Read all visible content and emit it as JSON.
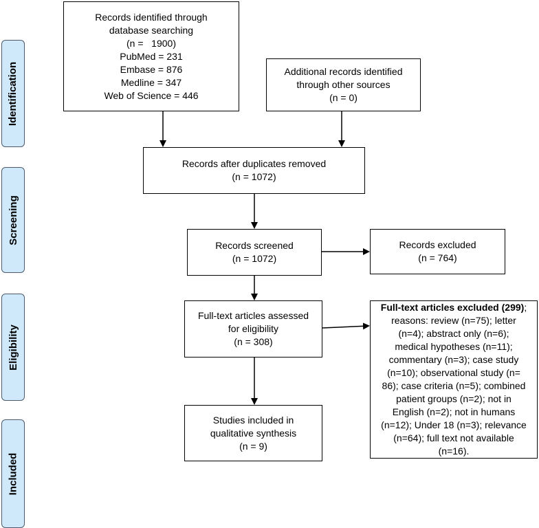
{
  "phases": {
    "identification": "Identification",
    "screening": "Screening",
    "eligibility": "Eligibility",
    "included": "Included"
  },
  "boxes": {
    "database": {
      "lines": [
        "Records identified through",
        "database searching",
        "(n =   1900)",
        "PubMed = 231",
        "Embase = 876",
        "Medline = 347",
        "Web of Science = 446"
      ]
    },
    "other_sources": {
      "lines": [
        "Additional records identified",
        "through other sources",
        "(n = 0)"
      ]
    },
    "duplicates_removed": {
      "lines": [
        "Records after duplicates removed",
        "(n = 1072)"
      ]
    },
    "screened": {
      "lines": [
        "Records screened",
        "(n = 1072)"
      ]
    },
    "excluded": {
      "lines": [
        "Records excluded",
        "(n = 764)"
      ]
    },
    "fulltext": {
      "lines": [
        "Full-text articles assessed",
        "for eligibility",
        "(n = 308)"
      ]
    },
    "fulltext_excluded": {
      "heading": "Full-text articles excluded (299)",
      "heading_suffix": ";",
      "lines": [
        "reasons: review (n=75); letter",
        "(n=4); abstract only (n=6);",
        "medical hypotheses (n=11);",
        "commentary (n=3); case study",
        "(n=10); observational study (n=",
        "86); case criteria (n=5); combined",
        "patient groups (n=2); not in",
        "English (n=2); not in humans",
        "(n=12); Under 18 (n=3); relevance",
        "(n=64); full text not available",
        "(n=16)."
      ]
    },
    "included": {
      "lines": [
        "Studies included in",
        "qualitative synthesis",
        "(n = 9)"
      ]
    }
  }
}
